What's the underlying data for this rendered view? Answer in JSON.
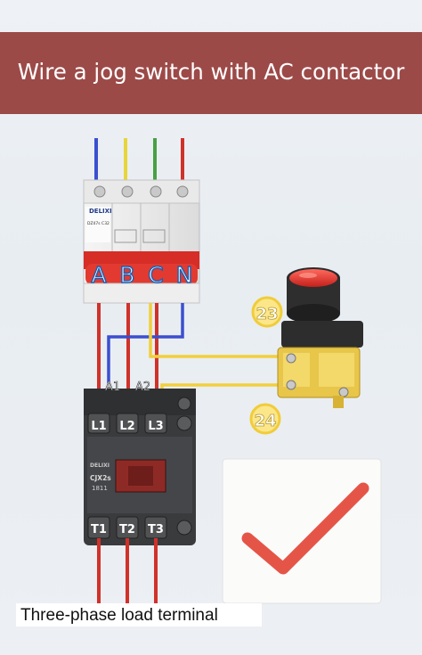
{
  "title": "Wire a jog switch with AC contactor",
  "breaker": {
    "brand": "DELIXI",
    "model": "DZ47s C32",
    "phase_labels": [
      "A",
      "B",
      "C",
      "N"
    ]
  },
  "wire_colors": {
    "A": "#3a4fd0",
    "B": "#e8d53a",
    "C": "#48a043",
    "N": "#d0322a"
  },
  "contactor": {
    "coil_terminals": [
      "A1",
      "A2"
    ],
    "line_terminals": [
      "L1",
      "L2",
      "L3"
    ],
    "load_terminals": [
      "T1",
      "T2",
      "T3"
    ],
    "brand": "DELIXI",
    "model": "CJX2s",
    "rating": "1811"
  },
  "switch_terminals": [
    "23",
    "24"
  ],
  "checkmark_icon": "check-icon",
  "caption": "Three-phase load terminal"
}
